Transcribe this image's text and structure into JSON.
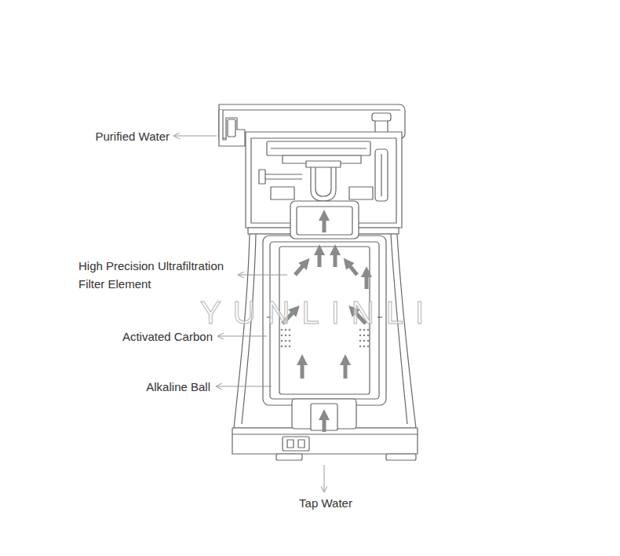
{
  "diagram": {
    "labels": [
      "Purified Water",
      "High Precision Ultrafiltration Filter Element",
      "YUNLINLI",
      "Activated Carbon",
      "Alkaline Ball",
      "Tap Water"
    ]
  }
}
